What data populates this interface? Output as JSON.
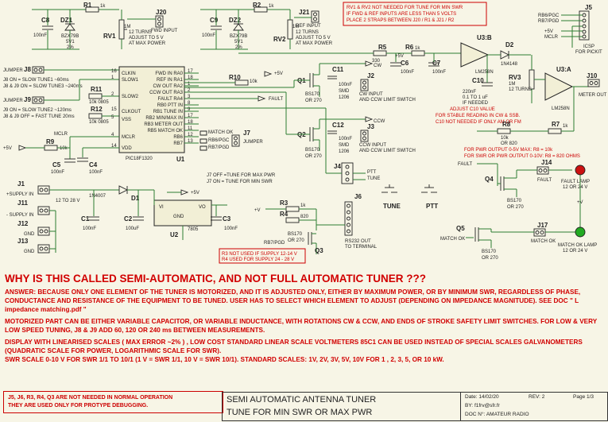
{
  "schematic": {
    "inputs": {
      "fwd_label": "FWD INPUT",
      "ref_label": "REF INPUT",
      "pot_turns": "12 TURNS",
      "pot_adjust": "ADJUST TO 5 V",
      "pot_at_max": "AT MAX POWER",
      "zener": "BZX79B",
      "zener_v": "5V1",
      "zener_tol": "2%",
      "c_100n": "100nF",
      "r_1k": "1k"
    },
    "jumpers": {
      "j8_title": "JUMPER",
      "j8_on": "J8 ON = SLOW TUNE1 ~60ms",
      "j8_j9_on": "J8 & J9 ON = SLOW TUNE3 ~240ms",
      "j9_title": "JUMPER",
      "j9_on": "J9 ON = SLOW TUNE2 ~120ms",
      "j8_j9_off": "J8 & J9 OFF = FAST TUNE 20ms",
      "r_10k_0805": "10k 0805"
    },
    "pic": {
      "ref": "U1",
      "part": "PIC18F1320",
      "left_pins": [
        "CLKIN",
        "SLOW1",
        "SLOW2",
        "CLKOUT",
        "VSS",
        "MCLR",
        "VDD"
      ],
      "right_pins": [
        "RA0",
        "RA1",
        "RA2",
        "RA3",
        "RA4",
        "PTT IN",
        "TUNE IN",
        "MIN/MAX IN",
        "METER OUT",
        "MATCH OK",
        "RB6",
        "RB7"
      ],
      "right_sigs": [
        "FWD IN",
        "REF IN",
        "CW OUT",
        "CCW OUT",
        "FAULT",
        "RB0",
        "RB1",
        "RB2",
        "RB3",
        "RB5",
        "",
        ""
      ],
      "pin_nums_left": [
        "16",
        "1",
        "2",
        "15",
        "5",
        "4",
        "14"
      ],
      "pin_nums_right": [
        "17",
        "18",
        "1",
        "2",
        "3",
        "8",
        "9",
        "17",
        "18",
        "11",
        "12",
        "13"
      ],
      "match_ok": "MATCH OK",
      "rb6_pgc": "RB6/PGC",
      "rb7_pgd": "RB7/PGD",
      "mclr": "MCLR",
      "plus5v": "+5V",
      "r9": "R9",
      "r9v": "10k",
      "c5": "C5",
      "c5v": "100nF",
      "c4": "C4",
      "c4v": "100nF"
    },
    "j7": {
      "ref": "J7",
      "label": "JUMPER",
      "off_text": "J7 OFF =TUNE FOR MAX PWR",
      "on_text": "J7 ON = TUNE FOR MIN SWR"
    },
    "drivers": {
      "r10": "R10",
      "r10v": "10k",
      "q1": "Q1",
      "q2": "Q2",
      "q_part": "BS170",
      "q_alt": "OR 270",
      "smd": "SMD",
      "smd_size": "1206",
      "c11": "C11",
      "c12": "C12",
      "j2": "J2",
      "j3": "J3",
      "cw_limit": "CW INPUT",
      "cw_limit2": "AND CCW LIMIT SWITCH",
      "ccw_limit": "CCW INPUT",
      "ccw_limit2": "AND CCW LIMIT SWITCH",
      "cw": "CW",
      "ccw": "CCW",
      "fault": "FAULT",
      "plus5v": "+5V"
    },
    "meter": {
      "r5": "R5",
      "r5v": "330",
      "r6": "R6",
      "r6v": "1k",
      "c6": "C6",
      "c6v": "100nF",
      "c7": "C7",
      "c7v": "100nF",
      "u3b": "U3:B",
      "opamp": "LM258N",
      "d2": "D2",
      "d2v": "1N4148",
      "u3a": "U3:A",
      "c10": "C10",
      "c10v": "220nF",
      "c10_range": "0.1 TO 1 uF",
      "c10_if": "IF NEEDED",
      "c10_adj": "ADJUST C10 VALUE",
      "c10_stable": "FOR STABLE READING IN CW & SSB.",
      "c10_note": "C10 NOT NEEDED IF ONLY AM OR FM",
      "rv3": "RV3",
      "rv3v": "1M",
      "rv3_turns": "12 TURNS",
      "r8": "R8",
      "r8v": "10k",
      "r8alt": "OR 820",
      "r7": "R7",
      "r7v": "1k",
      "j10": "J10",
      "meter_out": "METER OUT",
      "pwr_note": "FOR PWR OUTPUT 0-5V MAX: R8 = 10k",
      "swr_note": "FOR SWR OR PWR OUTPUT 0-10V: R8 = 820 OHMS"
    },
    "icsp": {
      "ref": "J5",
      "rb6": "RB6/PGC",
      "rb7": "RB7/PGD",
      "plus5v": "+5V",
      "mclr": "MCLR",
      "label1": "ICSP",
      "label2": "FOR PICKIT"
    },
    "note_rv": {
      "l1": "RV1 & RV2 NOT NEEDED FOR TUNE FOR MIN SWR",
      "l2": "IF FWD & REF INPUTS ARE LESS THAN 5 VOLTS",
      "l3": "PLACE 2 STRAPS BETWEEN J20 / R1 & J21 / R2"
    },
    "ptt": {
      "j4": "J4",
      "ptt": "PTT",
      "tune": "TUNE",
      "tune_btn": "TUNE",
      "ptt_btn": "PTT"
    },
    "supply": {
      "j1": "J1",
      "j11": "J11",
      "j12": "J12",
      "j13": "J13",
      "plus_in": "+SUPPLY IN",
      "minus_in": "- SUPPLY IN",
      "range": "12 TO 28 V",
      "gnd": "GND",
      "d1": "D1",
      "d1v": "1N4007",
      "c1": "C1",
      "c2": "C2",
      "c3": "C3",
      "cv": "100nF",
      "c2v": "100uF",
      "u2": "U2",
      "vi": "VI",
      "vo": "VO",
      "reg": "7805",
      "gnd_pin": "GND",
      "plus5v": "+5V"
    },
    "rs232": {
      "r3": "R3",
      "r3v": "1k",
      "r4": "R4",
      "r4v": "820",
      "q3": "Q3",
      "q_part": "BS170",
      "q_alt": "OR 270",
      "j6": "J6",
      "to_terminal": "RS232 OUT",
      "to_terminal2": "TO TERMINAL",
      "rb7": "RB7/PGD",
      "plus_v": "+V",
      "note1": "R3 NOT USED IF SUPPLY 12-14 V",
      "note2": "R4 USED FOR SUPPLY 24 - 28 V"
    },
    "lamps": {
      "fault": "FAULT",
      "j14": "J14",
      "j14_lbl": "FAULT",
      "q4": "Q4",
      "q5": "Q5",
      "q_part": "BS170",
      "q_alt": "OR 270",
      "fault_lamp1": "FAULT LAMP",
      "fault_lamp2": "12 OR 24 V",
      "match_ok": "MATCH OK",
      "j17": "J17",
      "j17_lbl": "MATCH OK",
      "match_lamp1": "MATCH OK LAMP",
      "match_lamp2": "12 OR 24 V",
      "plus_v": "+V",
      "fault_color": "#cc1111",
      "ok_color": "#22aa22"
    }
  },
  "text": {
    "title": "WHY IS THIS CALLED SEMI-AUTOMATIC, AND NOT FULL AUTOMATIC TUNER ???",
    "answer": "ANSWER: BECAUSE ONLY ONE ELEMENT OF THE TUNER IS MOTORIZED, AND IT IS ADJUSTED ONLY, EITHER BY MAXIMUM POWER, OR BY MINIMUM SWR, REGARDLESS OF PHASE, CONDUCTANCE AND RESISTANCE OF THE EQUIPMENT TO BE TUNED. USER HAS TO SELECT WHICH ELEMENT TO ADJUST (DEPENDING ON IMPEDANCE MAGNITUDE). SEE DOC \" L impedance matching.pdf \"",
    "motorized": "MOTORIZED PART CAN BE EITHER VARIABLE CAPACITOR, OR VARIABLE INDUCTANCE, WITH ROTATIONS CW & CCW, AND ENDS OF STROKE SAFETY LIMIT SWITCHES. FOR LOW & VERY LOW SPEED TUNING, J8 & J9 ADD 60, 120 OR 240 ms BETWEEN MEASUREMENTS.",
    "display": "DISPLAY WITH LINEARISED SCALES ( MAX ERROR ~2% ) , LOW COST STANDARD LINEAR SCALE VOLTMETERS 85C1 CAN BE USED INSTEAD OF SPECIAL SCALES GALVANOMETERS (QUADRATIC SCALE FOR POWER, LOGARITHMIC SCALE FOR SWR).",
    "swr_scale": "SWR SCALE 0-10 V FOR SWR 1/1 TO 10/1 (1 V = SWR 1/1, 10 V = SWR 10/1). STANDARD SCALES: 1V, 2V, 3V, 5V, 10V FOR 1 , 2, 3, 5, OR 10 kW."
  },
  "bottom_note": {
    "l1": "J5, J6, R3, R4, Q3 ARE NOT NEEDED IN NORMAL OPERATION",
    "l2": "THEY ARE USED ONLY FOR PROTYPE DEBUGGING."
  },
  "title_block": {
    "title1": "SEMI AUTOMATIC ANTENNA TUNER",
    "title2": "TUNE FOR MIN SWR OR MAX PWR",
    "date_label": "Date:",
    "date": "14/02/20",
    "rev_label": "REV:",
    "rev": "2",
    "page_label": "Page",
    "page": "1/3",
    "by_label": "BY:",
    "by": "f1frv@sfr.fr",
    "doc_label": "DOC N°:",
    "doc": "AMATEUR RADIO"
  }
}
